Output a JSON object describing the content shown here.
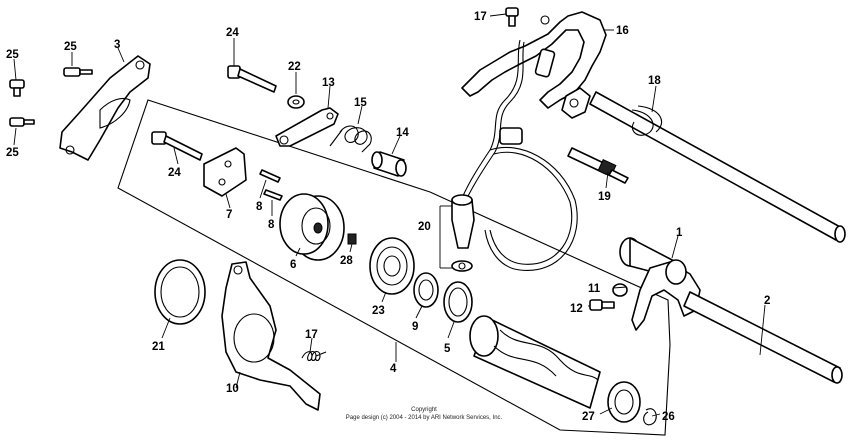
{
  "diagram": {
    "labels": [
      {
        "id": "label-1",
        "text": "1"
      },
      {
        "id": "label-2",
        "text": "2"
      },
      {
        "id": "label-3",
        "text": "3"
      },
      {
        "id": "label-4",
        "text": "4"
      },
      {
        "id": "label-5",
        "text": "5"
      },
      {
        "id": "label-6",
        "text": "6"
      },
      {
        "id": "label-7",
        "text": "7"
      },
      {
        "id": "label-8a",
        "text": "8"
      },
      {
        "id": "label-8b",
        "text": "8"
      },
      {
        "id": "label-9",
        "text": "9"
      },
      {
        "id": "label-10",
        "text": "10"
      },
      {
        "id": "label-11",
        "text": "11"
      },
      {
        "id": "label-12",
        "text": "12"
      },
      {
        "id": "label-13",
        "text": "13"
      },
      {
        "id": "label-14",
        "text": "14"
      },
      {
        "id": "label-15",
        "text": "15"
      },
      {
        "id": "label-16",
        "text": "16"
      },
      {
        "id": "label-17a",
        "text": "17"
      },
      {
        "id": "label-17b",
        "text": "17"
      },
      {
        "id": "label-18",
        "text": "18"
      },
      {
        "id": "label-19",
        "text": "19"
      },
      {
        "id": "label-20",
        "text": "20"
      },
      {
        "id": "label-21",
        "text": "21"
      },
      {
        "id": "label-22",
        "text": "22"
      },
      {
        "id": "label-23",
        "text": "23"
      },
      {
        "id": "label-24a",
        "text": "24"
      },
      {
        "id": "label-24b",
        "text": "24"
      },
      {
        "id": "label-25a",
        "text": "25"
      },
      {
        "id": "label-25b",
        "text": "25"
      },
      {
        "id": "label-25c",
        "text": "25"
      },
      {
        "id": "label-26",
        "text": "26"
      },
      {
        "id": "label-27",
        "text": "27"
      },
      {
        "id": "label-28",
        "text": "28"
      }
    ],
    "copyright": {
      "line1": "Copyright",
      "line2": "Page design (c) 2004 - 2014 by ARI Network Services, Inc."
    }
  }
}
